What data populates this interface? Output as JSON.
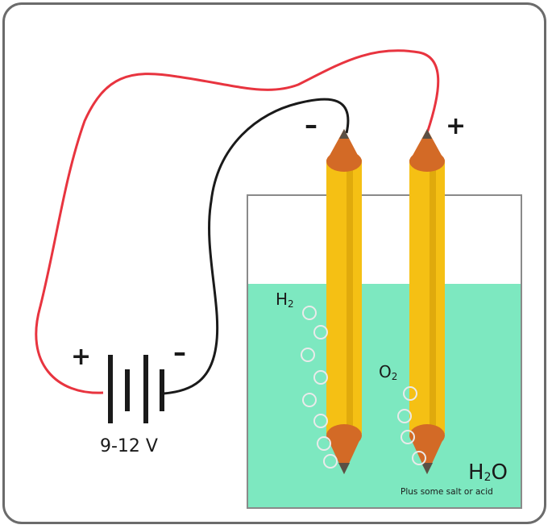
{
  "battery": {
    "plus_label": "+",
    "minus_label": "–",
    "voltage_label": "9-12 V"
  },
  "electrodes": {
    "left_sign": "–",
    "right_sign": "+"
  },
  "gases": {
    "left": {
      "symbol": "H",
      "subscript": "2"
    },
    "right": {
      "symbol": "O",
      "subscript": "2"
    }
  },
  "solution": {
    "formula_a": "H",
    "formula_sub": "2",
    "formula_b": "O",
    "note": "Plus some salt or acid"
  },
  "colors": {
    "water": "#7de8c0",
    "pencil_body": "#f5c014",
    "pencil_tip": "#d36a26",
    "graphite": "#5a5045",
    "red_wire": "#e8343f",
    "black_wire": "#1a1a1a",
    "bubble": "#eaeaea"
  }
}
